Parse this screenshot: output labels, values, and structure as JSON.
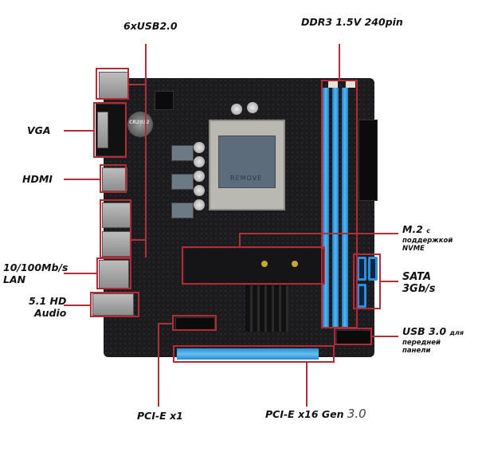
{
  "diagram": {
    "subject": "Motherboard (LGA1155, mATX) annotated connectors",
    "labels": {
      "usb2": "6xUSB2.0",
      "ddr3": "DDR3 1.5V 240pin",
      "vga": "VGA",
      "hdmi": "HDMI",
      "lan_line1": "10/100Mb/s",
      "lan_line2": "LAN",
      "audio_line1": "5.1 HD",
      "audio_line2": "Audio",
      "m2_main": "M.2",
      "m2_c": "с",
      "m2_line2": "поддержкой",
      "m2_line3": "NVME",
      "sata_line1": "SATA",
      "sata_line2": "3Gb/s",
      "usb3_main": "USB 3.0",
      "usb3_for": "для",
      "usb3_line2": "передней",
      "usb3_line3": "панели",
      "pcie_x1": "PCI-E x1",
      "pcie_x16_main": "PCI-E x16 Gen",
      "pcie_x16_ver": "3.0"
    },
    "board_marks": {
      "socket_cover": "REMOVE",
      "battery": "CR2032"
    },
    "colors": {
      "callout_red": "#b52a34",
      "slot_blue": "#3aa6e8",
      "pcb": "#1c1c1e"
    }
  }
}
